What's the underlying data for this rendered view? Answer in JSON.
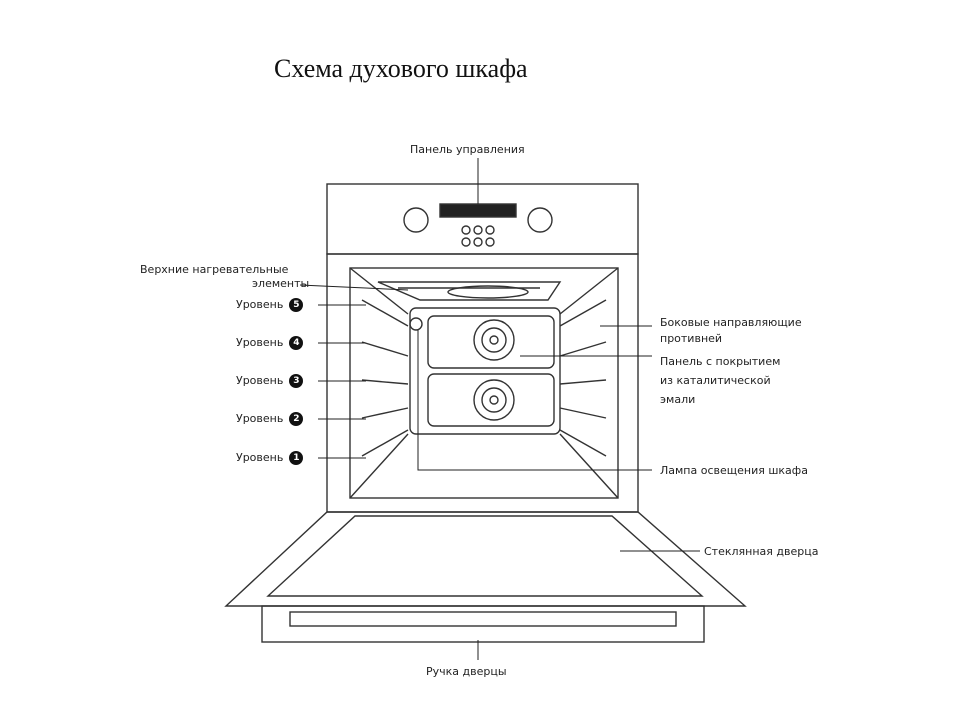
{
  "title": "Схема духового шкафа",
  "labels": {
    "control_panel": "Панель управления",
    "top_heaters_line1": "Верхние нагревательные",
    "top_heaters_line2": "элементы",
    "side_guides_line1": "Боковые направляющие",
    "side_guides_line2": "противней",
    "catalytic_line1": "Панель с покрытием",
    "catalytic_line2": "из каталитической",
    "catalytic_line3": "эмали",
    "lamp": "Лампа освещения шкафа",
    "glass_door": "Стеклянная дверца",
    "door_handle": "Ручка дверцы"
  },
  "levels": [
    {
      "text": "Уровень",
      "num": "5"
    },
    {
      "text": "Уровень",
      "num": "4"
    },
    {
      "text": "Уровень",
      "num": "3"
    },
    {
      "text": "Уровень",
      "num": "2"
    },
    {
      "text": "Уровень",
      "num": "1"
    }
  ]
}
